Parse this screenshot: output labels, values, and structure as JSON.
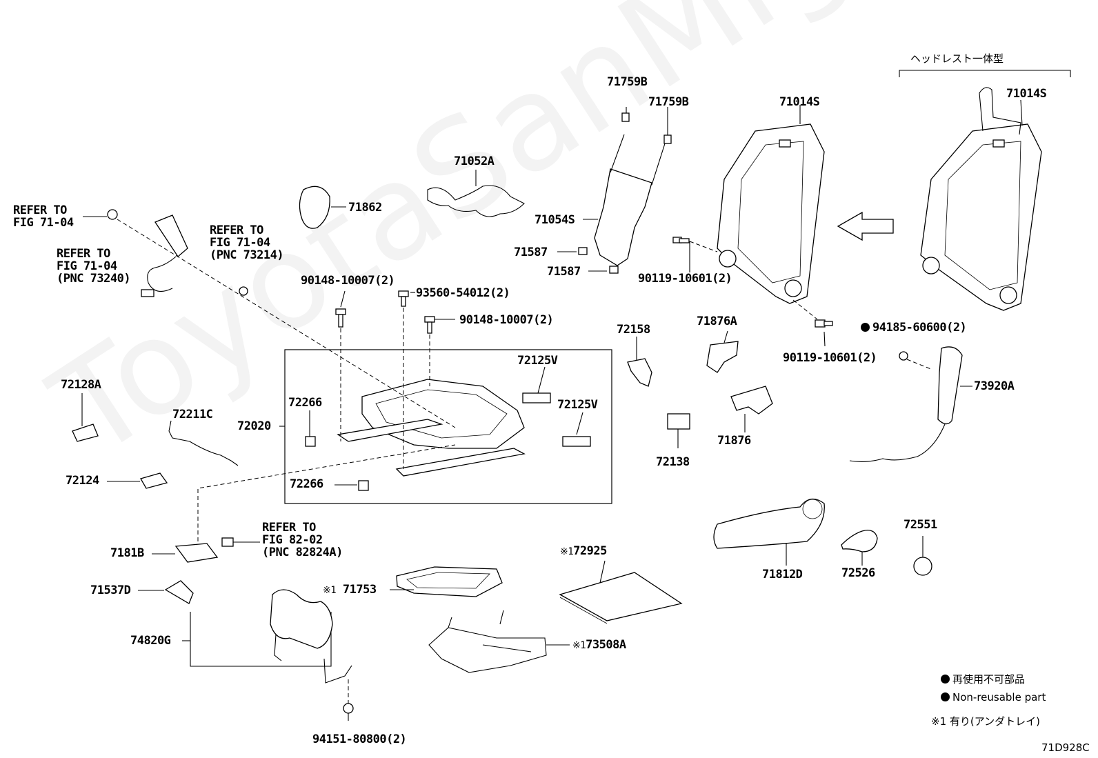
{
  "watermark": "ToyotaSanMiguel.ru",
  "header": {
    "integrated_headrest": "ヘッドレスト一体型"
  },
  "labels": {
    "p71759b_1": "71759B",
    "p71759b_2": "71759B",
    "p71014s_1": "71014S",
    "p71014s_2": "71014S",
    "p71052a": "71052A",
    "p71862": "71862",
    "p71054s": "71054S",
    "p71587_1": "71587",
    "p71587_2": "71587",
    "p90119_1": "90119-10601(2)",
    "p90119_2": "90119-10601(2)",
    "p94185": "94185-60600(2)",
    "p73920a": "73920A",
    "p90148_1": "90148-10007(2)",
    "p93560": "93560-54012(2)",
    "p90148_2": "90148-10007(2)",
    "p72158": "72158",
    "p71876a": "71876A",
    "p71876": "71876",
    "p72138": "72138",
    "p72125v_1": "72125V",
    "p72125v_2": "72125V",
    "p72266_1": "72266",
    "p72266_2": "72266",
    "p72020": "72020",
    "p72128a": "72128A",
    "p72211c": "72211C",
    "p72124": "72124",
    "p7181b": "7181B",
    "p71537d": "71537D",
    "p74820g": "74820G",
    "p94151": "94151-80800(2)",
    "p71753": "71753",
    "p72925": "72925",
    "p73508a": "73508A",
    "p71812d": "71812D",
    "p72526": "72526",
    "p72551": "72551"
  },
  "refers": {
    "r1_line1": "REFER TO",
    "r1_line2": "FIG 71-04",
    "r2_line1": "REFER TO",
    "r2_line2": "FIG 71-04",
    "r2_line3": "(PNC 73240)",
    "r3_line1": "REFER TO",
    "r3_line2": "FIG 71-04",
    "r3_line3": "(PNC 73214)",
    "r4_line1": "REFER TO",
    "r4_line2": "FIG 82-02",
    "r4_line3": "(PNC 82824A)"
  },
  "marks": {
    "kome1": "※1"
  },
  "legend": {
    "non_reusable_jp": "再使用不可部品",
    "non_reusable_en": "Non-reusable part",
    "kome_note": "※1 有り(アンダトレイ)"
  },
  "figure_code": "71D928C"
}
